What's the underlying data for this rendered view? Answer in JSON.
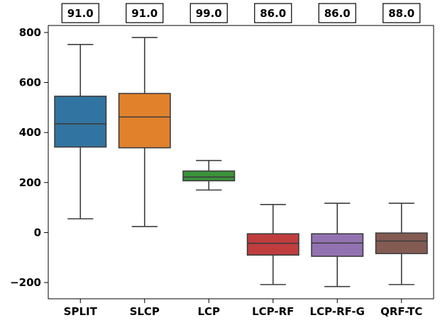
{
  "chart_data": {
    "type": "box",
    "title": "",
    "xlabel": "",
    "ylabel": "",
    "ylim": [
      -265,
      828
    ],
    "yticks": [
      -200,
      0,
      200,
      400,
      600,
      800
    ],
    "ytick_labels": [
      "−200",
      "0",
      "200",
      "400",
      "600",
      "800"
    ],
    "categories": [
      "SPLIT",
      "SLCP",
      "LCP",
      "LCP-RF",
      "LCP-RF-G",
      "QRF-TC"
    ],
    "top_labels": [
      "91.0",
      "91.0",
      "99.0",
      "86.0",
      "86.0",
      "88.0"
    ],
    "boxes": [
      {
        "whislo": 55,
        "q1": 342,
        "med": 435,
        "q3": 545,
        "whishi": 752,
        "color": "#3274a1"
      },
      {
        "whislo": 24,
        "q1": 339,
        "med": 462,
        "q3": 556,
        "whishi": 780,
        "color": "#e1812c"
      },
      {
        "whislo": 170,
        "q1": 207,
        "med": 222,
        "q3": 246,
        "whishi": 288,
        "color": "#3a923a"
      },
      {
        "whislo": -208,
        "q1": -90,
        "med": -43,
        "q3": -5,
        "whishi": 112,
        "color": "#c03d3e"
      },
      {
        "whislo": -216,
        "q1": -95,
        "med": -42,
        "q3": -5,
        "whishi": 117,
        "color": "#9372b2"
      },
      {
        "whislo": -208,
        "q1": -84,
        "med": -34,
        "q3": -2,
        "whishi": 117,
        "color": "#845b53"
      }
    ],
    "grid": false,
    "legend": "none"
  }
}
